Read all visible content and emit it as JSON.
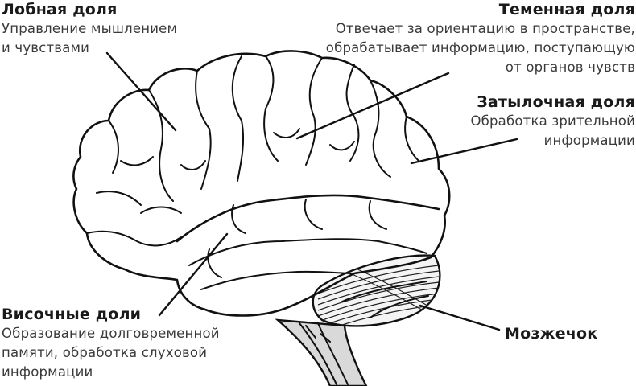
{
  "diagram": {
    "subject": "brain-lateral-view",
    "colors": {
      "ink": "#111111",
      "text_title": "#1a1a1a",
      "text_desc": "#3a3a3a",
      "brainstem_fill": "#d9d9d9",
      "background": "#ffffff"
    }
  },
  "labels": {
    "frontal": {
      "title": "Лобная доля",
      "lines": [
        "Управление мышлением",
        "и чувствами"
      ]
    },
    "parietal": {
      "title": "Теменная доля",
      "lines": [
        "Отвечает за ориентацию в пространстве,",
        "обрабатывает информацию, поступающую",
        "от органов чувств"
      ]
    },
    "occipital": {
      "title": "Затылочная доля",
      "lines": [
        "Обработка зрительной",
        "информации"
      ]
    },
    "temporal": {
      "title": "Височные доли",
      "lines": [
        "Образование долговременной",
        "памяти, обработка слуховой",
        "информации"
      ]
    },
    "cerebellum": {
      "title": "Мозжечок"
    }
  }
}
